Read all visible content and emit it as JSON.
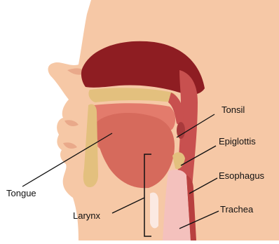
{
  "labels": {
    "tonsil": "Tonsil",
    "epiglottis": "Epiglottis",
    "esophagus": "Esophagus",
    "trachea": "Trachea",
    "tongue": "Tongue",
    "larynx": "Larynx"
  },
  "colors": {
    "skin": "#f6c8a6",
    "skin_shadow": "#e9a98a",
    "nasal_cavity": "#8e1d22",
    "soft_tissue": "#c8504f",
    "palate": "#e3c07e",
    "oral_cavity": "#e37b6c",
    "airway": "#f4c1bd",
    "leader_line": "#111111"
  }
}
